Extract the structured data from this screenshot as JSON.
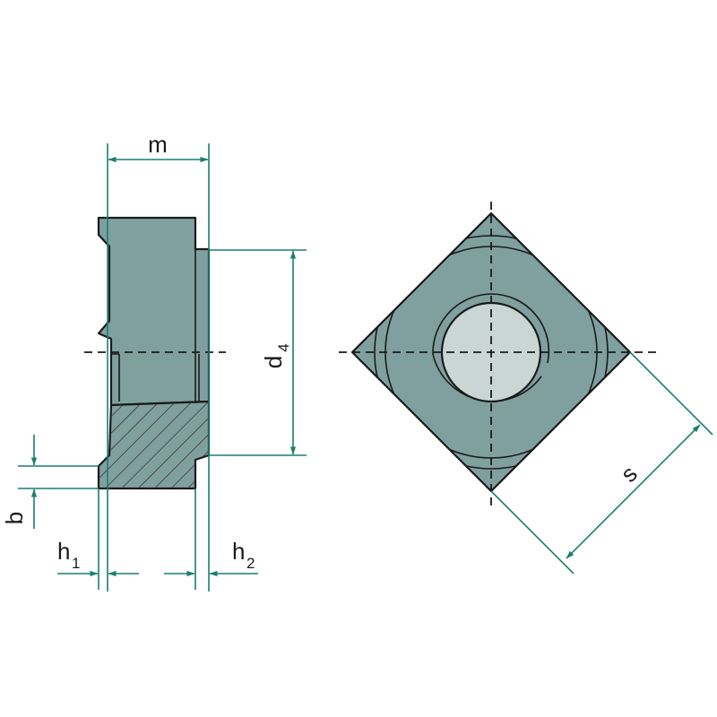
{
  "labels": {
    "m": "m",
    "d": "d",
    "d_sub": "4",
    "b": "b",
    "h1": "h",
    "h1_sub": "1",
    "h2": "h",
    "h2_sub": "2",
    "s": "s"
  },
  "colors": {
    "body_fill": "#809f9f",
    "hole_fill": "#c9d6d3",
    "outline": "#1a1a1a",
    "dimension": "#1a7f6e",
    "hatch": "#2a2a2a"
  }
}
